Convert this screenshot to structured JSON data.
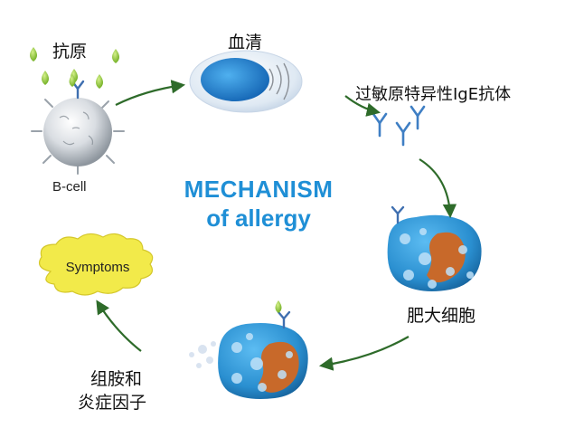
{
  "title": {
    "line1": "MECHANISM",
    "line2": "of allergy"
  },
  "labels": {
    "antigen": "抗原",
    "serum": "血清",
    "ige": "过敏原特异性IgE抗体",
    "bcell": "B-cell",
    "mast_cell": "肥大细胞",
    "symptoms": "Symptoms",
    "histamine_line1": "组胺和",
    "histamine_line2": "炎症因子"
  },
  "colors": {
    "title": "#1f8fd6",
    "arrow": "#2e6b2a",
    "antigen_drop": "#8cc63f",
    "cell_blue": "#2a8fd0",
    "nucleus": "#c8692a",
    "symptoms_cloud": "#f2ea4a"
  },
  "icons": [
    "antigen-drop-icon",
    "antibody-y-icon",
    "b-cell-icon",
    "serum-cell-icon",
    "mast-cell-icon",
    "symptoms-cloud-icon",
    "arrow-icon"
  ]
}
